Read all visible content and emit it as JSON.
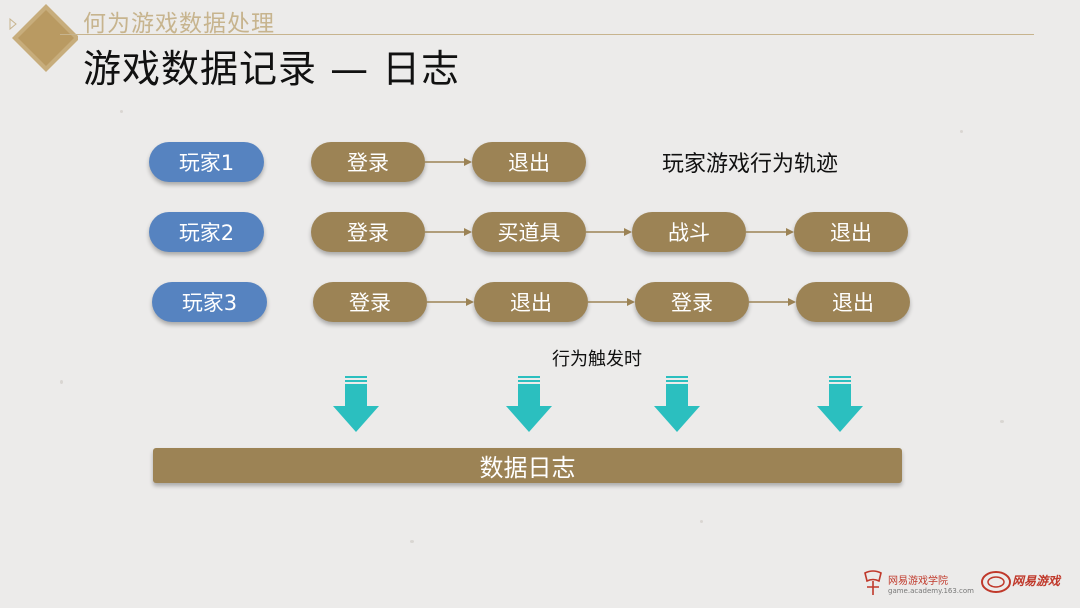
{
  "header": {
    "section_title": "何为游戏数据处理",
    "page_title": "游戏数据记录 — 日志"
  },
  "players": [
    {
      "name": "玩家1",
      "actions": [
        "登录",
        "退出"
      ]
    },
    {
      "name": "玩家2",
      "actions": [
        "登录",
        "买道具",
        "战斗",
        "退出"
      ]
    },
    {
      "name": "玩家3",
      "actions": [
        "登录",
        "退出",
        "登录",
        "退出"
      ]
    }
  ],
  "notes": {
    "trajectory": "玩家游戏行为轨迹",
    "trigger": "行为触发时"
  },
  "log_bar": "数据日志",
  "footer": {
    "academy_name": "网易游戏学院",
    "academy_url": "game.academy.163.com",
    "brand": "网易游戏"
  },
  "colors": {
    "player_pill": "#5683c0",
    "action_pill": "#9c8355",
    "down_arrow": "#2bbfbf",
    "accent_gold": "#c7b48e",
    "brand_red": "#c0392b"
  }
}
